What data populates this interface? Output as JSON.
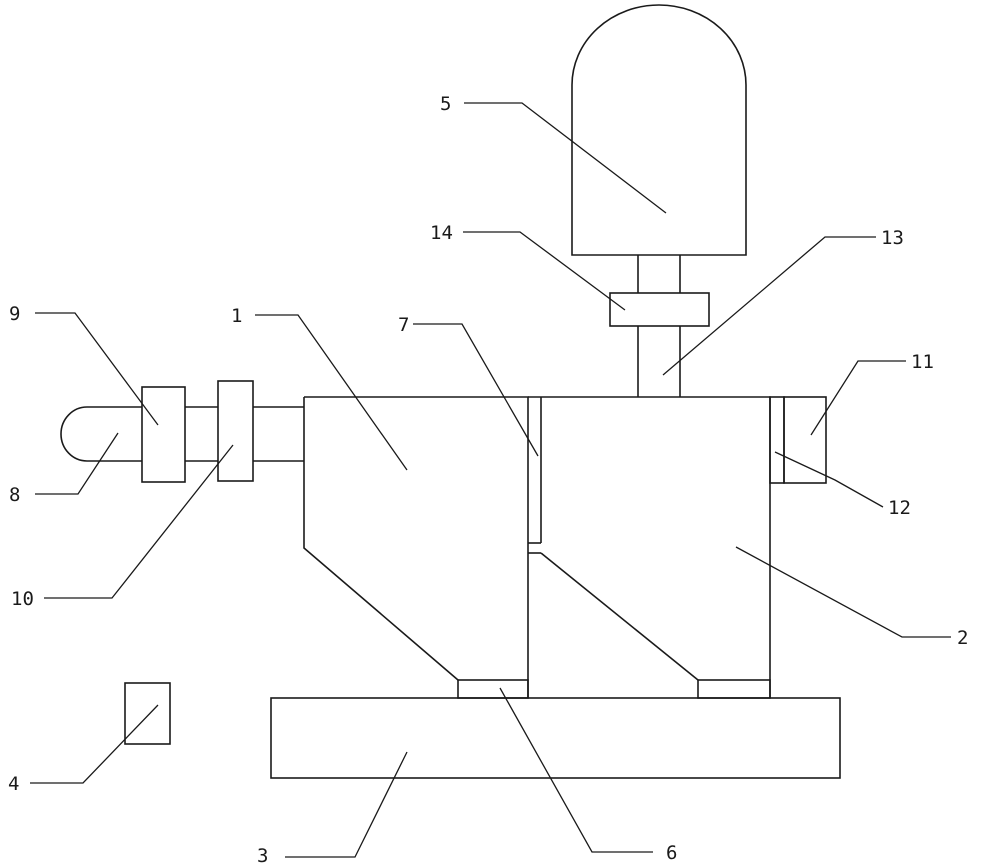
{
  "labels": {
    "l1": "1",
    "l2": "2",
    "l3": "3",
    "l4": "4",
    "l5": "5",
    "l6": "6",
    "l7": "7",
    "l8": "8",
    "l9": "9",
    "l10": "10",
    "l11": "11",
    "l12": "12",
    "l13": "13",
    "l14": "14"
  },
  "colors": {
    "stroke": "#1a1a1a",
    "background": "#ffffff"
  }
}
